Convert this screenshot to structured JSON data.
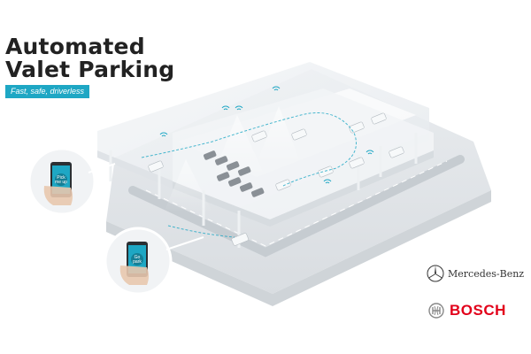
{
  "title": {
    "line1": "Automated",
    "line2": "Valet Parking"
  },
  "tagline": "Fast, safe, driverless",
  "phone_top": {
    "line1": "Pick",
    "line2": "me up"
  },
  "phone_bottom": {
    "line1": "Go",
    "line2": "park"
  },
  "brands": {
    "mercedes": "Mercedes-Benz",
    "bosch": "BOSCH"
  },
  "colors": {
    "accent": "#1ea7c4",
    "bosch_red": "#e2001a",
    "title": "#222222"
  },
  "icons": [
    "wifi-signal-icon",
    "mercedes-star-icon",
    "bosch-armature-icon",
    "smartphone-icon"
  ]
}
